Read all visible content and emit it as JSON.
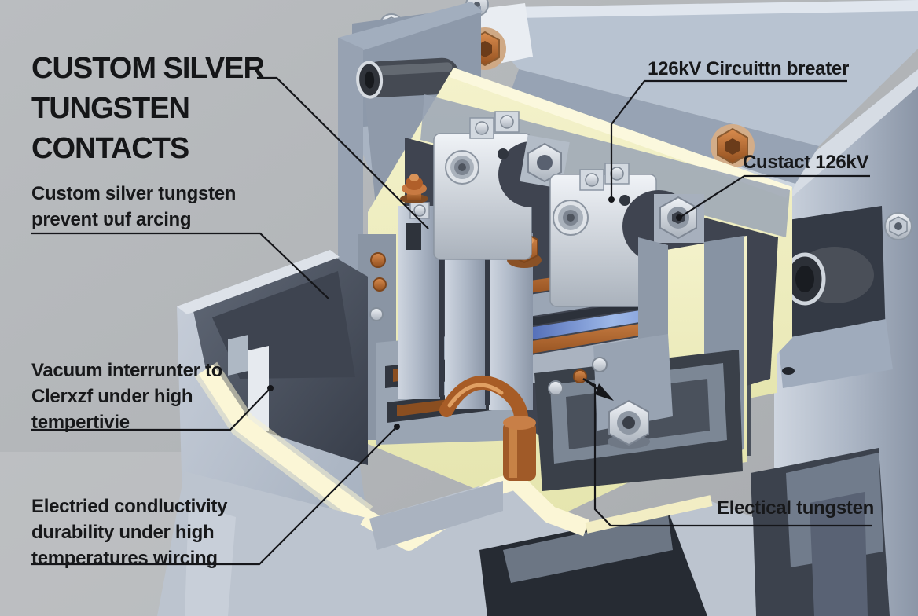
{
  "figure": {
    "heading": "CUSTOM SILVER\nTUNGSTEN\nCONTACTS",
    "callouts": {
      "silver_tungsten": "Custom silver tungsten\nprevent ʋuf arcing",
      "vacuum_interrupter": "Vacuum interrunter to\nClerxzf under high\ntempertivie",
      "conductivity": "Electried condluctivity\ndurability under high\ntemperatures wircing",
      "breaker_rating": "126kV Circuittn breater",
      "contact_rating": "Custact 126kV",
      "tungsten_contact": "Electical tungsten"
    },
    "palette": {
      "background": "#b3b6b9",
      "steel_light": "#c9d1dc",
      "steel_mid": "#a4afc0",
      "steel_dark": "#5a6374",
      "slot_dark": "#2e333c",
      "insulation_cream": "#efefc3",
      "insulation_glow": "#fbf6d6",
      "copper": "#b4652c",
      "copper_light": "#e0a063",
      "bronze_bolt": "#c49a72",
      "silver": "#dbe0e6",
      "text": "#17181a",
      "leader_line": "#15161a"
    }
  }
}
